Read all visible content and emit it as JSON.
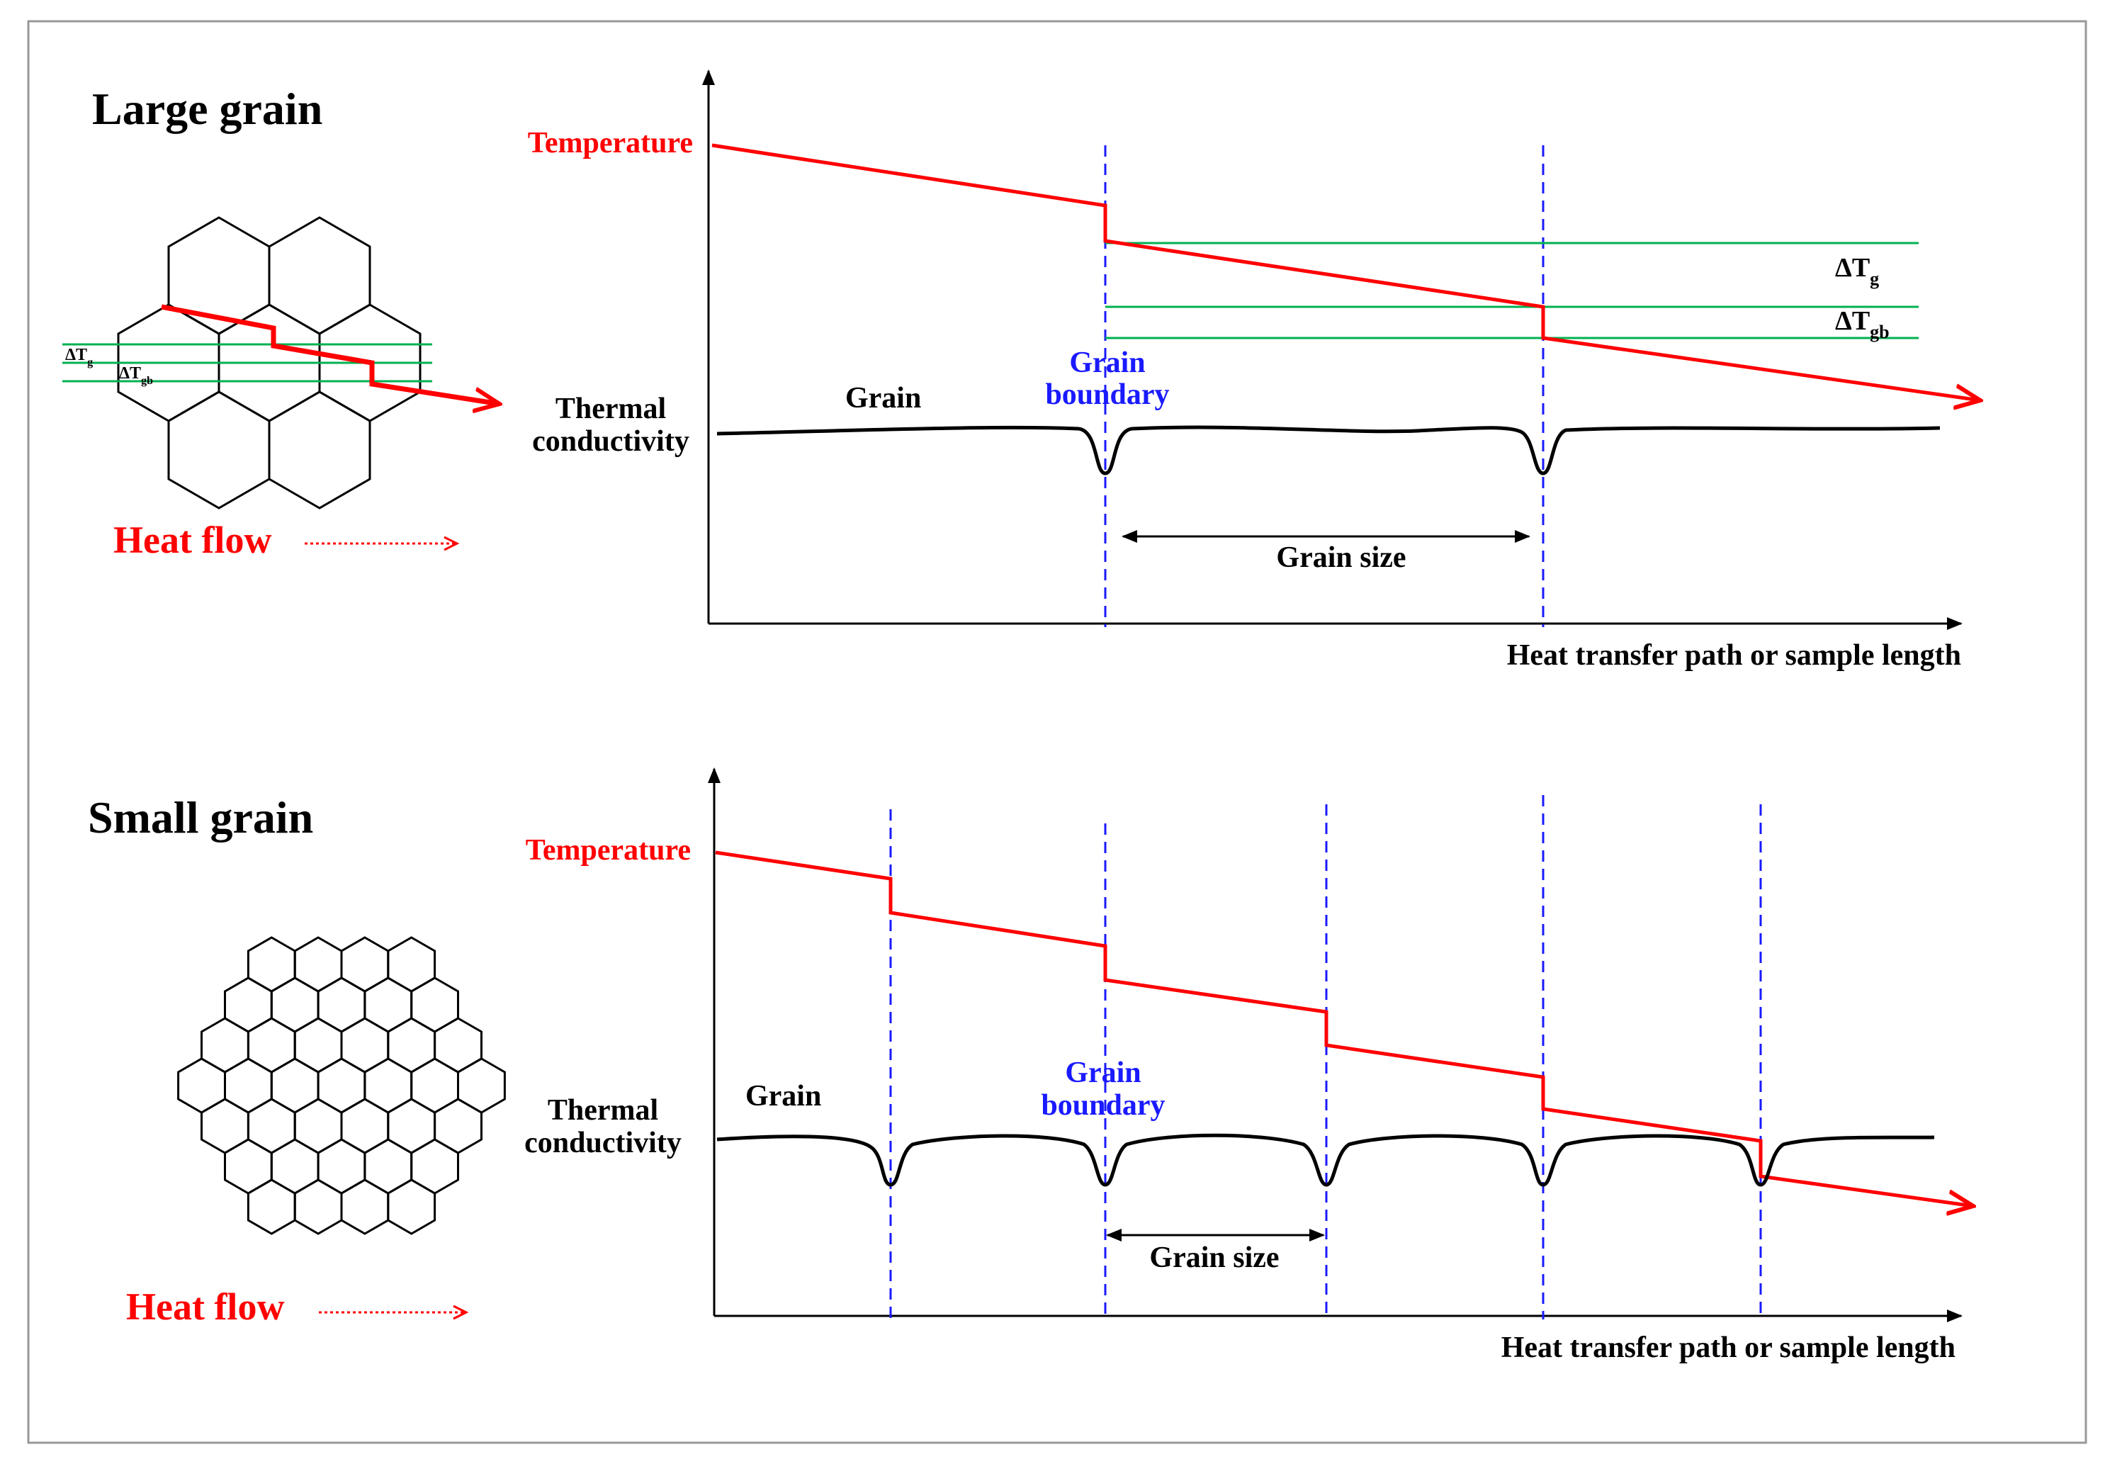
{
  "colors": {
    "temperature": "#ff0000",
    "grain_boundary": "#1a1aff",
    "delta_lines": "#00b050",
    "conductivity": "#000000",
    "frame": "#999999"
  },
  "top": {
    "title": "Large grain",
    "temperature_label": "Temperature",
    "grain_label": "Grain",
    "boundary_label_1": "Grain",
    "boundary_label_2": "boundary",
    "conductivity_label_1": "Thermal",
    "conductivity_label_2": "conductivity",
    "grain_size_label": "Grain size",
    "xlabel": "Heat transfer path or sample length",
    "heat_flow_label": "Heat flow",
    "delta_g_main": "ΔT",
    "delta_g_sub": "g",
    "delta_gb_main": "ΔT",
    "delta_gb_sub": "gb"
  },
  "bottom": {
    "title": "Small grain",
    "temperature_label": "Temperature",
    "grain_label": "Grain",
    "boundary_label_1": "Grain",
    "boundary_label_2": "boundary",
    "conductivity_label_1": "Thermal",
    "conductivity_label_2": "conductivity",
    "grain_size_label": "Grain size",
    "xlabel": "Heat transfer path or sample length",
    "heat_flow_label": "Heat flow"
  }
}
